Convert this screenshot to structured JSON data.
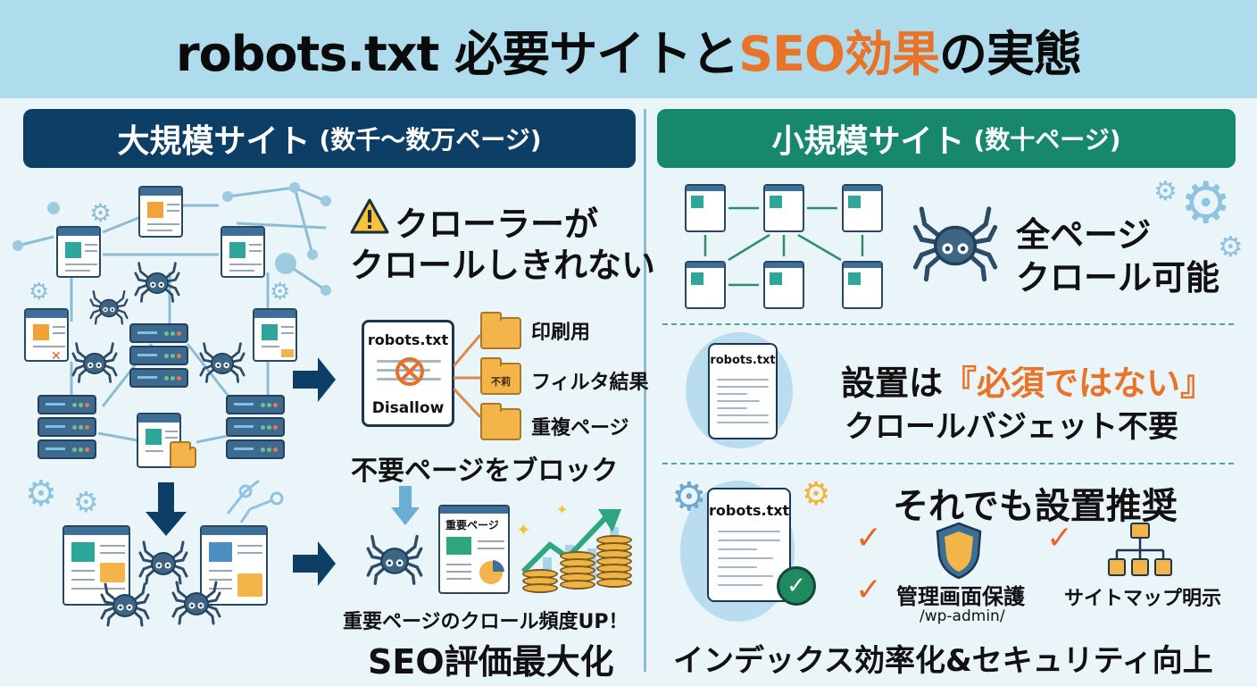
{
  "title": {
    "part1": "robots.txt 必要サイトと",
    "accent": "SEO効果",
    "part2": "の実態",
    "accent_color": "#e8742a"
  },
  "left": {
    "header": {
      "main": "大規模サイト",
      "sub": "(数千〜数万ページ)",
      "bg_color": "#0d3e66"
    },
    "problem": {
      "icon": "warning-icon",
      "line1": "クローラーが",
      "line2": "クロールしきれない"
    },
    "robots_doc": {
      "filename": "robots.txt",
      "directive": "Disallow",
      "icon": "block-icon"
    },
    "blocked_folders": [
      {
        "label": "印刷用",
        "tag": ""
      },
      {
        "label": "フィルタ結果",
        "tag": "不莉"
      },
      {
        "label": "重複ページ",
        "tag": ""
      }
    ],
    "block_caption": "不要ページをブロック",
    "important_page_label": "重要ページ",
    "result_line1": "重要ページのクロール頻度UP！",
    "result_line2": "SEO評価最大化"
  },
  "right": {
    "header": {
      "main": "小規模サイト",
      "sub": "(数十ページ)",
      "bg_color": "#17876d"
    },
    "crawl": {
      "line1": "全ページ",
      "line2": "クロール可能"
    },
    "not_required": {
      "filename": "robots.txt",
      "prefix": "設置は",
      "accent": "『必須ではない』",
      "line2": "クロールバジェット不要"
    },
    "recommended": {
      "filename": "robots.txt",
      "heading": "それでも設置推奨",
      "items": [
        {
          "label": "管理画面保護",
          "sub": "/wp-admin/",
          "icon": "shield-icon"
        },
        {
          "label": "サイトマップ明示",
          "sub": "",
          "icon": "sitemap-icon"
        }
      ],
      "footer": "インデックス効率化&セキュリティ向上"
    }
  }
}
